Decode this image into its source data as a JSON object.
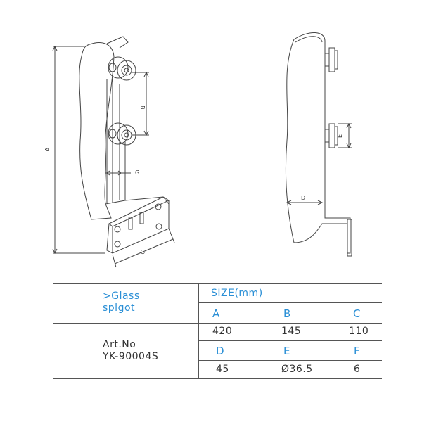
{
  "drawing": {
    "front_dims": {
      "a": "A",
      "b": "B",
      "c": "C",
      "g": "G"
    },
    "side_dims": {
      "d": "D",
      "e": "E"
    }
  },
  "table": {
    "product_line1": ">Glass",
    "product_line2": "splgot",
    "size_header": "SIZE(mm)",
    "art_label": "Art.No",
    "art_value": "YK-90004S",
    "cols_row1": [
      "A",
      "B",
      "C"
    ],
    "vals_row1": [
      "420",
      "145",
      "110"
    ],
    "cols_row2": [
      "D",
      "E",
      "F"
    ],
    "vals_row2": [
      "45",
      "Ø36.5",
      "6"
    ]
  },
  "colors": {
    "accent": "#2a8fd6",
    "line": "#444444"
  }
}
